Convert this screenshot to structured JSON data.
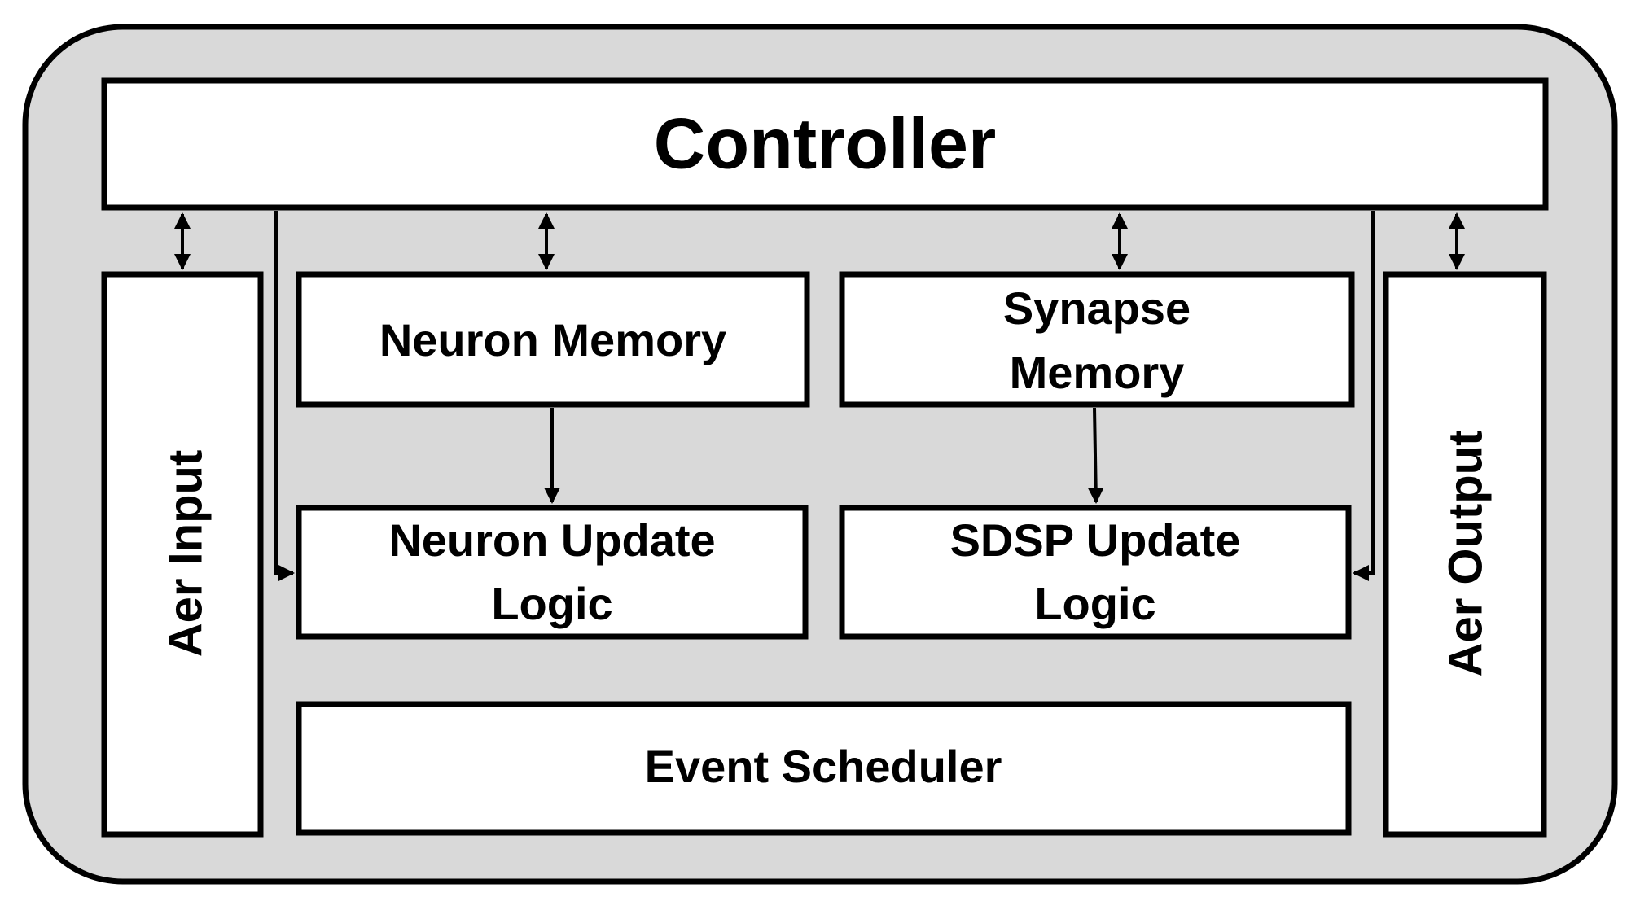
{
  "diagram": {
    "blocks": {
      "controller": "Controller",
      "neuron_memory": "Neuron Memory",
      "synapse_memory": [
        "Synapse",
        "Memory"
      ],
      "neuron_update": [
        "Neuron Update",
        "Logic"
      ],
      "sdsp_update": [
        "SDSP Update",
        "Logic"
      ],
      "event_scheduler": "Event Scheduler",
      "aer_input": "Aer Input",
      "aer_output": "Aer Output"
    },
    "colors": {
      "frame_fill": "#d9d9d9",
      "block_fill": "#ffffff",
      "stroke": "#000000"
    }
  }
}
